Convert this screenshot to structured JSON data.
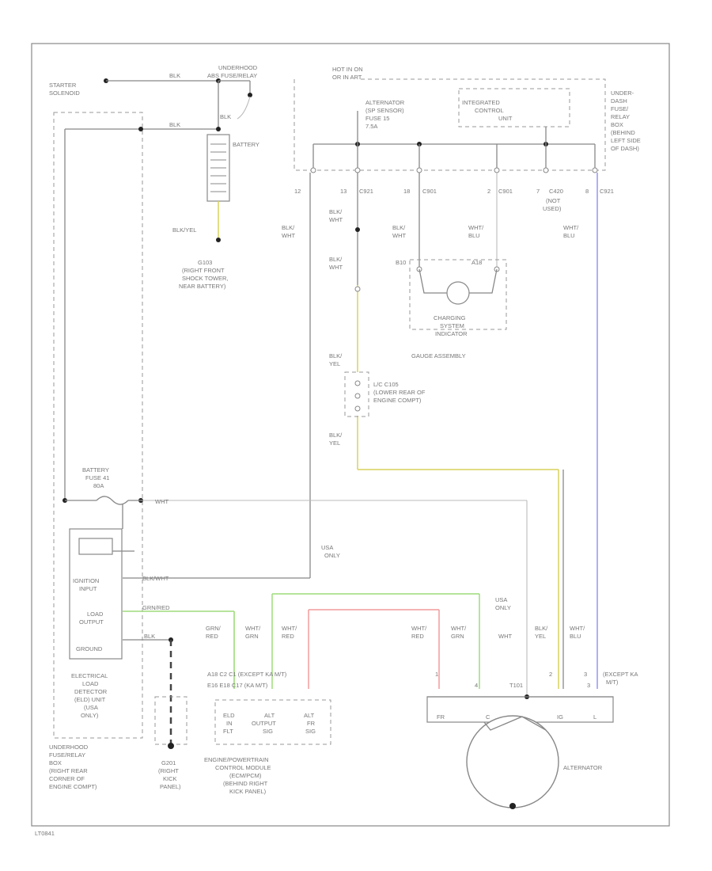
{
  "labels": {
    "starter_solenoid": [
      "STARTER",
      "SOLENOID"
    ],
    "underhood_relay_top": [
      "UNDERHOOD",
      "ABS FUSE/RELAY"
    ],
    "wire_blk_1": "BLK",
    "wire_blk_2": "BLK",
    "wire_blk_3": "BLK",
    "battery": "BATTERY",
    "blk_yel": "BLK/YEL",
    "g103": [
      "G103",
      "(RIGHT FRONT",
      "SHOCK TOWER,",
      "NEAR BATTERY)"
    ],
    "hot_in_on": [
      "HOT IN ON",
      "OR IN ART"
    ],
    "alt_fuse": [
      "ALTERNATOR",
      "(SP SENSOR)",
      "FUSE 15",
      "7.5A"
    ],
    "integrated_control": [
      "INTEGRATED",
      "CONTROL",
      "UNIT"
    ],
    "under_dash": [
      "UNDER-",
      "DASH",
      "FUSE/",
      "RELAY",
      "BOX",
      "(BEHIND",
      "LEFT SIDE",
      "OF DASH)"
    ],
    "pin_12": "12",
    "pin_13": "13",
    "c921": "C921",
    "pin_18": "18",
    "c901a": "C901",
    "pin_2": "2",
    "c901b": "C901",
    "pin_7": "7",
    "c420": "C420",
    "not_used": [
      "(NOT",
      "USED)"
    ],
    "pin_8": "8",
    "c921b": "C921",
    "blk_wht_1": [
      "BLK/",
      "WHT"
    ],
    "blk_wht_2": [
      "BLK/",
      "WHT"
    ],
    "blk_wht_3": [
      "BLK/",
      "WHT"
    ],
    "blk_wht_4": [
      "BLK/",
      "WHT"
    ],
    "wht_blu_1": [
      "WHT/",
      "BLU"
    ],
    "wht_blu_2": [
      "WHT/",
      "BLU"
    ],
    "indicator_pins": [
      "B10",
      "A18"
    ],
    "charging_indicator": [
      "CHARGING",
      "SYSTEM",
      "INDICATOR"
    ],
    "gauge_assembly": "GAUGE ASSEMBLY",
    "blk_yel_1": [
      "BLK/",
      "YEL"
    ],
    "blk_yel_2": [
      "BLK/",
      "YEL"
    ],
    "c105": [
      "L/C C105",
      "(LOWER REAR OF",
      "ENGINE COMPT)"
    ],
    "battery_fuse": [
      "BATTERY",
      "FUSE 41",
      "80A"
    ],
    "wire_wht": "WHT",
    "usa_only_1": [
      "USA",
      "ONLY"
    ],
    "usa_only_2": [
      "USA",
      "ONLY"
    ],
    "eld_ignition": [
      "IGNITION",
      "INPUT"
    ],
    "eld_load": [
      "LOAD",
      "OUTPUT"
    ],
    "eld_ground": "GROUND",
    "blk_wht_h": "BLK/WHT",
    "grn_red_h": "GRN/RED",
    "wire_blk_h": "BLK",
    "grn_red_v": [
      "GRN/",
      "RED"
    ],
    "wht_grn_v": [
      "WHT/",
      "GRN"
    ],
    "wht_red_v": [
      "WHT/",
      "RED"
    ],
    "wht_red_v2": [
      "WHT/",
      "RED"
    ],
    "wht_grn_v2": [
      "WHT/",
      "GRN"
    ],
    "wht_v": "WHT",
    "blk_yel_v": [
      "BLK/",
      "YEL"
    ],
    "wht_blu_v": [
      "WHT/",
      "BLU"
    ],
    "eld_box": [
      "ELECTRICAL",
      "LOAD",
      "DETECTOR",
      "(ELD) UNIT",
      "(USA",
      "ONLY)"
    ],
    "pcm_pins": [
      "A18 C2 C1 (EXCEPT KA M/T)",
      "E16 E18 C17 (KA M/T)"
    ],
    "pcm_funcs": [
      "ELD",
      "IN",
      "FLT"
    ],
    "alt_output": [
      "ALT",
      "OUTPUT",
      "SIG"
    ],
    "alt_fr": [
      "ALT",
      "FR",
      "SIG"
    ],
    "pcm_label": [
      "ENGINE/POWERTRAIN",
      "CONTROL MODULE",
      "(ECM/PCM)",
      "(BEHIND RIGHT",
      "KICK PANEL)"
    ],
    "underhood_fuse_relay": [
      "UNDERHOOD",
      "FUSE/RELAY",
      "BOX",
      "(RIGHT REAR",
      "CORNER OF",
      "ENGINE COMPT)"
    ],
    "g201": [
      "G201",
      "(RIGHT",
      "KICK",
      "PANEL)"
    ],
    "alt_pins": [
      "1",
      "4",
      "T101",
      "2",
      "3",
      "3"
    ],
    "c101_label": [
      "(EXCEPT KA",
      "M/T)"
    ],
    "alt_terms": [
      "FR",
      "C",
      "IG",
      "L"
    ],
    "alternator": "ALTERNATOR",
    "footer_code": "LT0841"
  }
}
